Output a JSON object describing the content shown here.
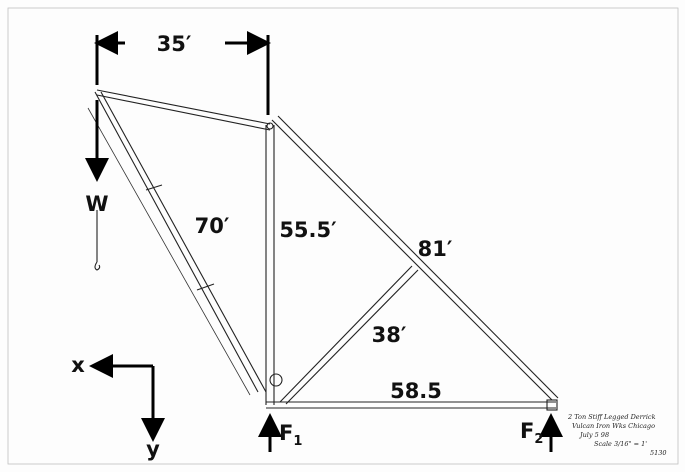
{
  "diagram": {
    "dimension_top": "35′",
    "load_label": "W",
    "boom_length": "70′",
    "mast_height": "55.5′",
    "diagonal_length": "81′",
    "strut_length": "38′",
    "base_length": "58.5",
    "force_1": {
      "main": "F",
      "sub": "1"
    },
    "force_2": {
      "main": "F",
      "sub": "2"
    },
    "axis_x": "x",
    "axis_y": "y",
    "title_block": {
      "line1": "2 Ton Stiff Legged Derrick",
      "line2": "Vulcan Iron Wks Chicago",
      "line3": "July 5 98",
      "line4": "Scale 3/16\" = 1'",
      "drawing_number": "5130"
    },
    "colors": {
      "ink": "#111111",
      "paper": "#fdfdfd"
    }
  }
}
